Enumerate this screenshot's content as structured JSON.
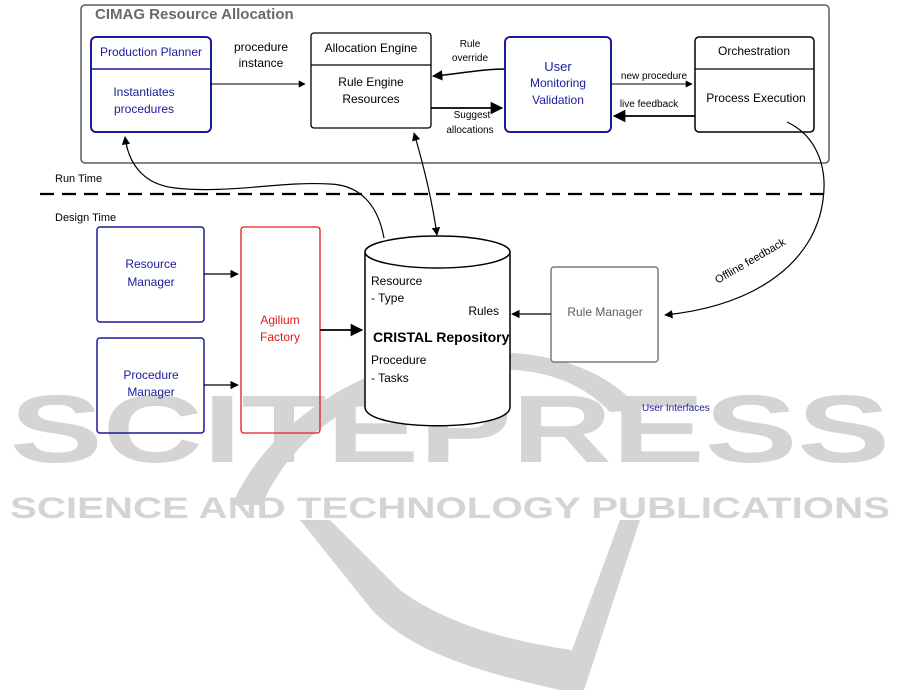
{
  "colors": {
    "blue": "#1a1a9c",
    "red": "#e41a1a",
    "black": "#000000",
    "gray": "#5c5c5c",
    "watermark": "#d4d4d4"
  },
  "container": {
    "title": "CIMAG Resource Allocation"
  },
  "zones": {
    "run_time": "Run Time",
    "design_time": "Design Time"
  },
  "boxes": {
    "production_planner": {
      "header": "Production Planner",
      "body": [
        "Instantiates",
        "procedures"
      ]
    },
    "allocation_engine": {
      "header": "Allocation Engine",
      "body": [
        "Rule Engine",
        "Resources"
      ]
    },
    "user_monitoring": {
      "body": [
        "User",
        "Monitoring",
        "Validation"
      ]
    },
    "orchestration": {
      "header": "Orchestration",
      "body": [
        "Process Execution"
      ]
    },
    "resource_manager": {
      "body": [
        "Resource",
        "Manager"
      ]
    },
    "procedure_manager": {
      "body": [
        "Procedure",
        "Manager"
      ]
    },
    "agilium_factory": {
      "body": [
        "Agilium",
        "Factory"
      ]
    },
    "rule_manager": {
      "body": [
        "Rule Manager"
      ]
    }
  },
  "repository": {
    "title": "CRISTAL Repository",
    "resource": "Resource",
    "resource_sub": "- Type",
    "rules": "Rules",
    "procedure": "Procedure",
    "procedure_sub": "- Tasks"
  },
  "edges": {
    "procedure_instance": [
      "procedure",
      "instance"
    ],
    "rule_override": [
      "Rule",
      "override"
    ],
    "suggest_allocations": [
      "Suggest",
      "allocations"
    ],
    "new_procedure": "new procedure",
    "live_feedback": "live feedback",
    "offline_feedback": "Offline feedback"
  },
  "legend": {
    "user_interfaces": "User Interfaces"
  },
  "watermark": {
    "main": "SCITEPRESS",
    "sub": "SCIENCE AND TECHNOLOGY PUBLICATIONS"
  }
}
